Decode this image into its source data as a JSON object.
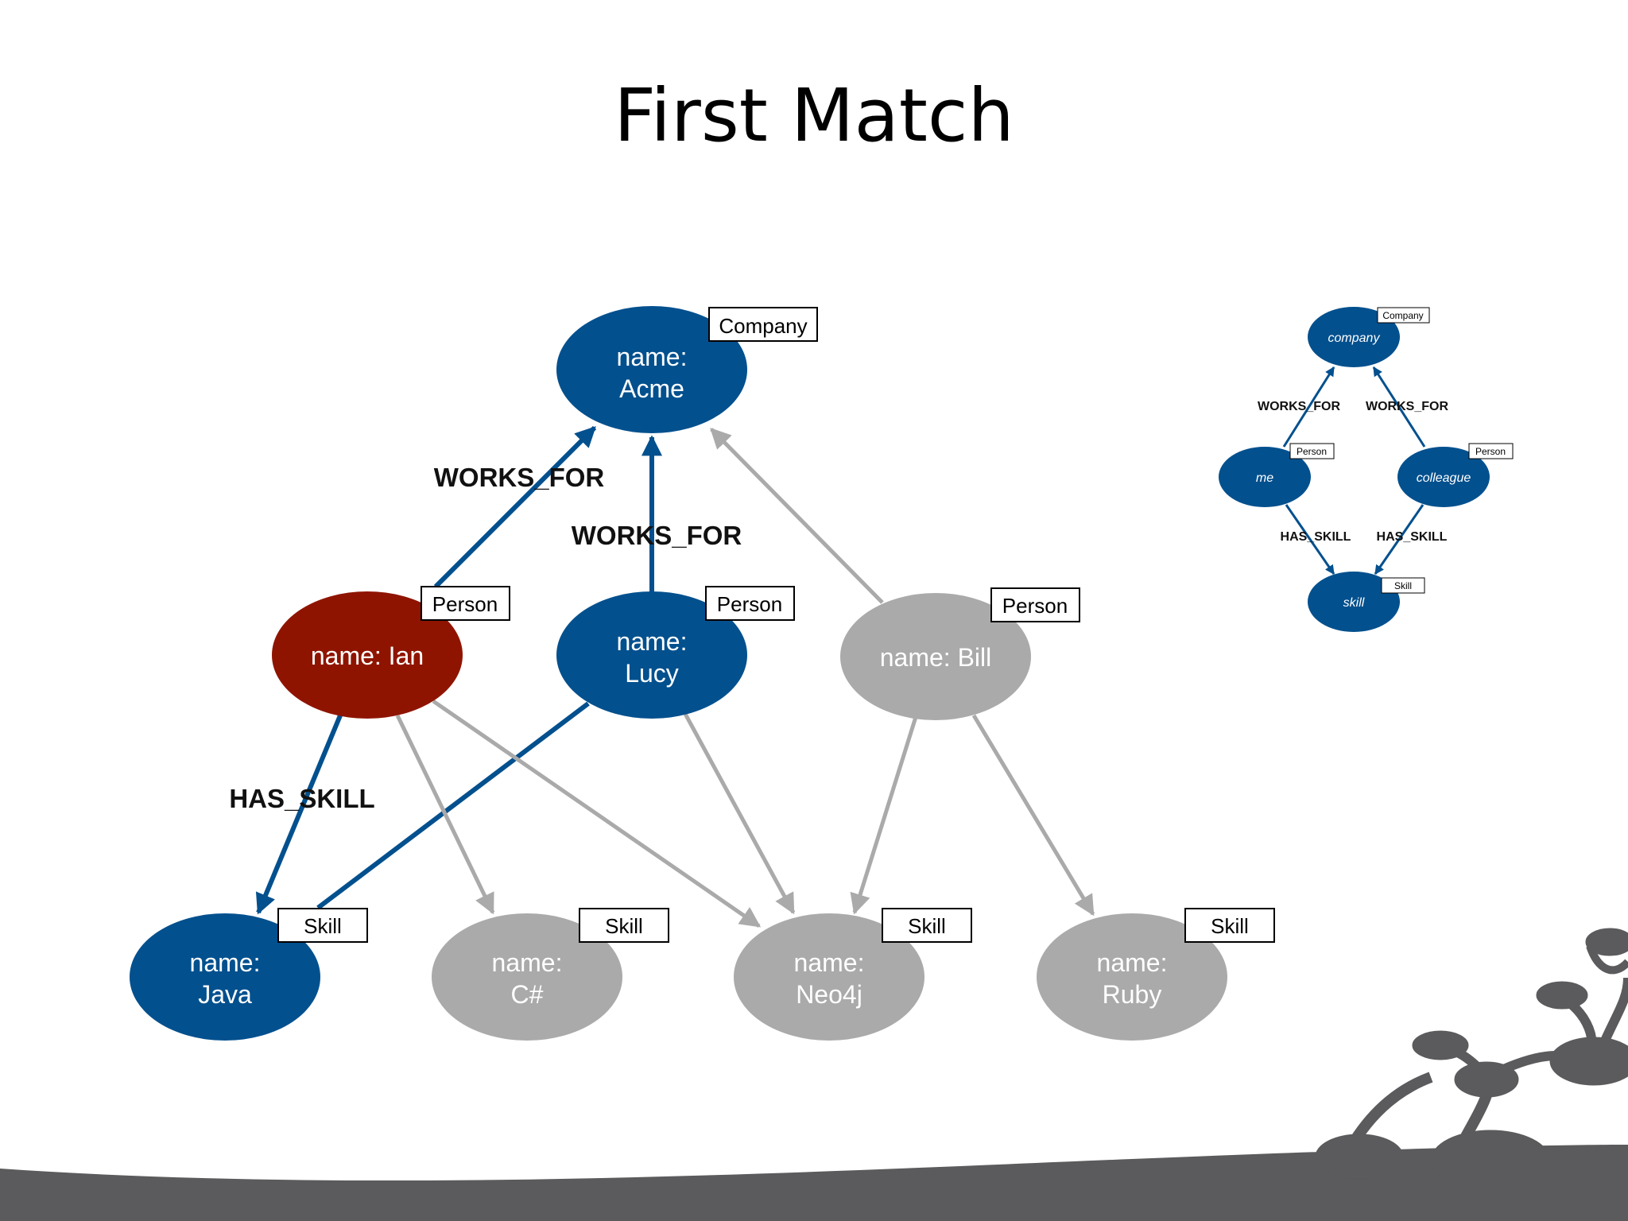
{
  "title": "First Match",
  "main_graph": {
    "nodes": {
      "acme": {
        "line1": "name:",
        "line2": "Acme",
        "label": "Company"
      },
      "ian": {
        "line1": "name: Ian",
        "label": "Person"
      },
      "lucy": {
        "line1": "name:",
        "line2": "Lucy",
        "label": "Person"
      },
      "bill": {
        "line1": "name: Bill",
        "label": "Person"
      },
      "java": {
        "line1": "name:",
        "line2": "Java",
        "label": "Skill"
      },
      "csharp": {
        "line1": "name:",
        "line2": "C#",
        "label": "Skill"
      },
      "neo4j": {
        "line1": "name:",
        "line2": "Neo4j",
        "label": "Skill"
      },
      "ruby": {
        "line1": "name:",
        "line2": "Ruby",
        "label": "Skill"
      }
    },
    "relationships": {
      "ian_works_for": "WORKS_FOR",
      "lucy_works_for": "WORKS_FOR",
      "ian_has_skill": "HAS_SKILL"
    }
  },
  "pattern_graph": {
    "nodes": {
      "company": {
        "name": "company",
        "label": "Company"
      },
      "me": {
        "name": "me",
        "label": "Person"
      },
      "colleague": {
        "name": "colleague",
        "label": "Person"
      },
      "skill": {
        "name": "skill",
        "label": "Skill"
      }
    },
    "relationships": {
      "me_works_for": "WORKS_FOR",
      "colleague_works_for": "WORKS_FOR",
      "me_has_skill": "HAS_SKILL",
      "colleague_has_skill": "HAS_SKILL"
    }
  },
  "colors": {
    "matched": "#03508e",
    "highlight": "#8f1400",
    "unmatched": "#aaaaaa",
    "decoration": "#5b5b5d"
  }
}
